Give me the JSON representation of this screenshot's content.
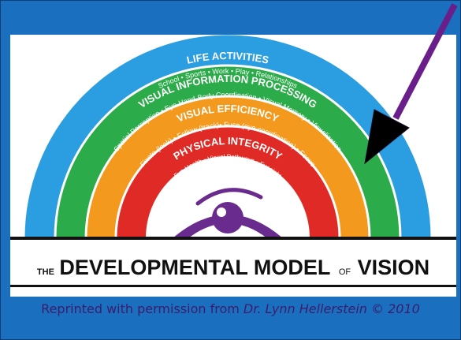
{
  "diagram": {
    "title_prefix": "THE",
    "title_main": "DEVELOPMENTAL MODEL",
    "title_of": "OF",
    "title_end": "VISION",
    "arcs": [
      {
        "label": "LIFE ACTIVITIES",
        "sub": "School • Sports • Work • Play • Relationships",
        "color": "#2a9ee0"
      },
      {
        "label": "VISUAL INFORMATION PROCESSING",
        "sub": "Spatial Perception • Eye-Hand-Body Coordination • Visual Memory • Visualization",
        "color": "#2bab49"
      },
      {
        "label": "VISUAL EFFICIENCY",
        "sub": "Fixate (look) • Follow (track)• Fuse (eye coordination) • Focus",
        "color": "#f39a1e"
      },
      {
        "label": "PHYSICAL INTEGRITY",
        "sub": "Eye Health • Visual Pathways • Eyesight",
        "color": "#e02a26"
      }
    ],
    "eye_color": "#6a2b8e",
    "arrow_color": "#6a1e8a"
  },
  "caption": {
    "text": "Reprinted with permission from ",
    "credit": "Dr. Lynn Hellerstein © 2010"
  }
}
